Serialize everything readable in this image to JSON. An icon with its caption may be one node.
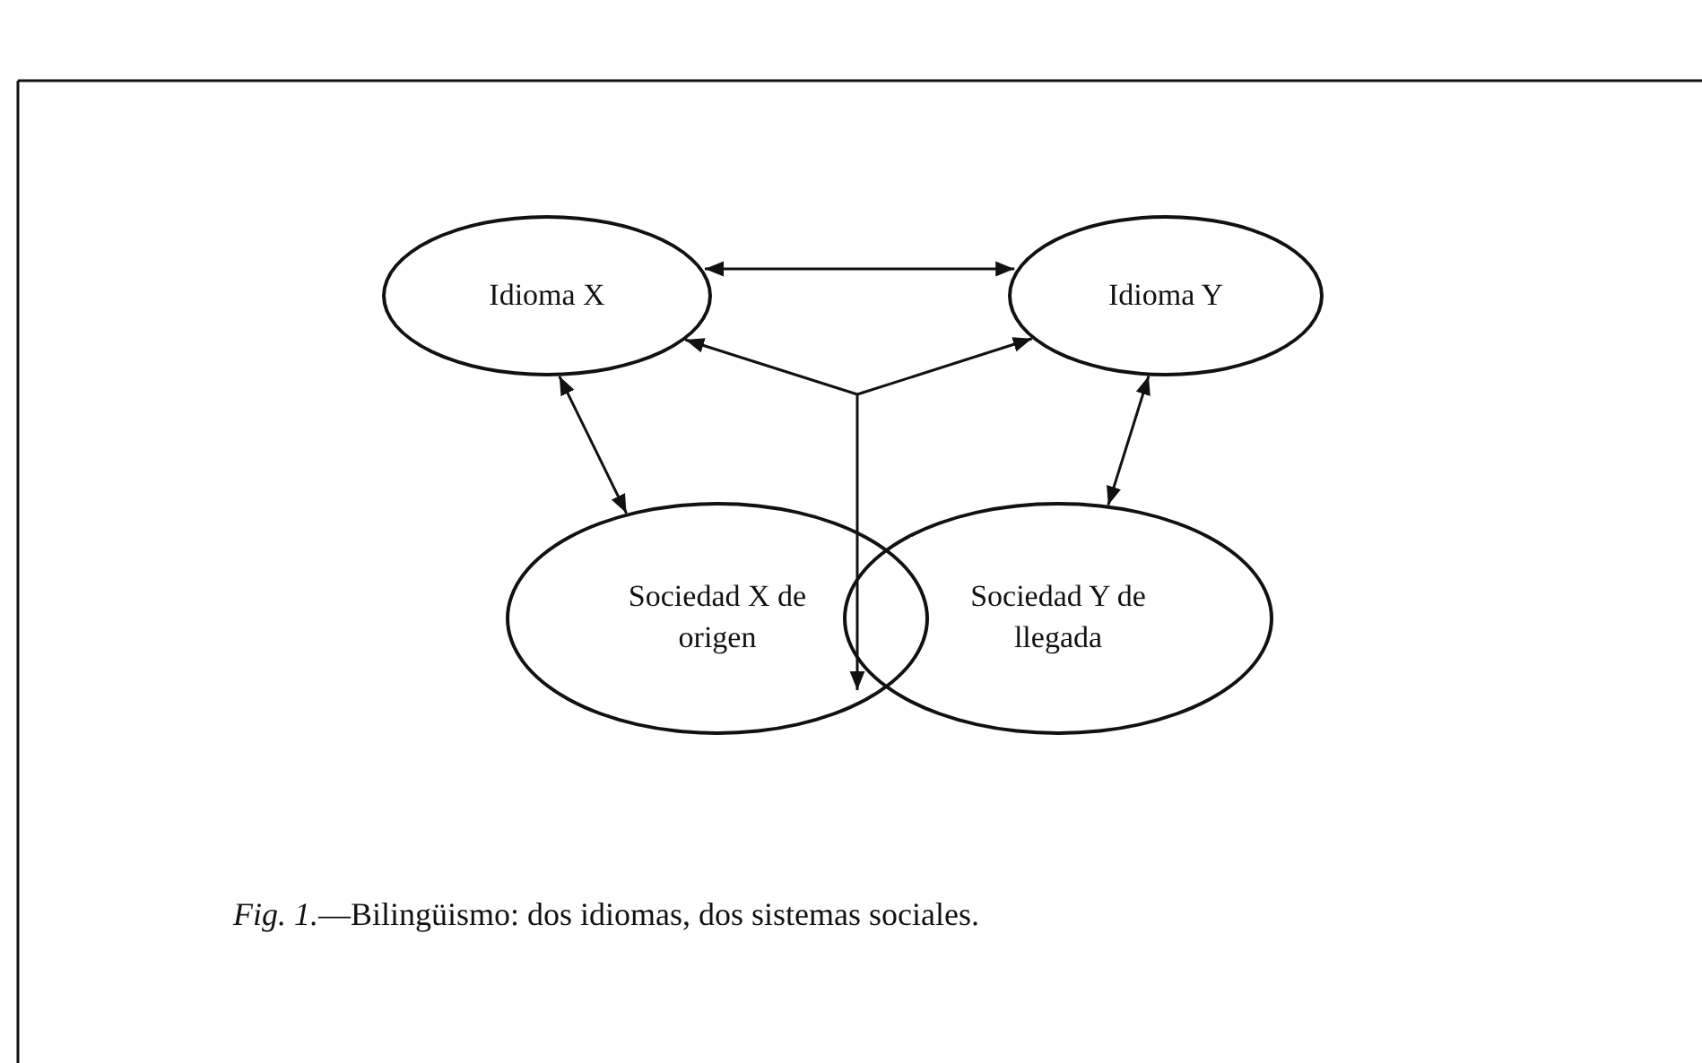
{
  "diagram": {
    "caption": "*Fig. 1.*—Bilingüismo: dos idiomas, dos sistemas sociales.",
    "nodes": [
      {
        "text": [
          "Idioma X"
        ]
      },
      {
        "text": [
          "Idioma Y"
        ]
      },
      {
        "text": [
          "Sociedad X de origen"
        ]
      },
      {
        "text": [
          "Sociedad Y de llegada"
        ]
      }
    ],
    "edges": [
      {
        "from": 0,
        "to": 1,
        "arrow": "both"
      },
      {
        "from": null,
        "to": 0,
        "arrow": "to"
      },
      {
        "from": null,
        "to": 1,
        "arrow": "to"
      },
      {
        "from": 0,
        "to": 2,
        "arrow": "both"
      },
      {
        "from": 1,
        "to": 3,
        "arrow": "both"
      },
      {
        "from": null,
        "to": 2,
        "arrow": "to"
      }
    ]
  }
}
